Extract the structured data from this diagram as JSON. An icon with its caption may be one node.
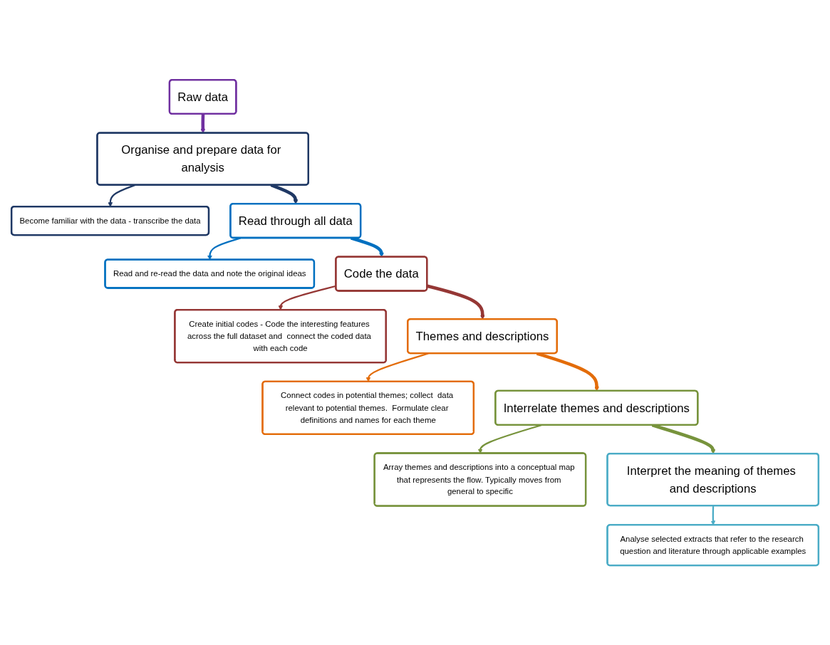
{
  "diagram": {
    "nodes": [
      {
        "text": [
          "Raw data"
        ]
      },
      {
        "text": [
          "Organise and prepare data for analysis"
        ]
      },
      {
        "text": [
          "Become familiar with the data - transcribe the data"
        ]
      },
      {
        "text": [
          "Read through all data"
        ]
      },
      {
        "text": [
          "Read and re-read the data and note the original ideas"
        ]
      },
      {
        "text": [
          "Code the data"
        ]
      },
      {
        "text": [
          "Create initial codes - Code the interesting features across the full dataset and  connect the coded data with each code"
        ]
      },
      {
        "text": [
          "Themes and descriptions"
        ]
      },
      {
        "text": [
          "Connect codes in potential themes; collect  data relevant to potential themes.  Formulate clear definitions and names for each theme"
        ]
      },
      {
        "text": [
          "Interrelate themes and descriptions"
        ]
      },
      {
        "text": [
          "Array themes and descriptions into a conceptual map that represents the flow. Typically moves from general to specific"
        ]
      },
      {
        "text": [
          "Interpret the meaning of themes and descriptions"
        ]
      },
      {
        "text": [
          "Analyse selected extracts that refer to the research question and literature through applicable examples"
        ]
      }
    ],
    "edges": [
      {
        "from": 0,
        "to": 1,
        "arrow": "to",
        "style": "thick",
        "color": "#7030a0"
      },
      {
        "from": 1,
        "to": 2,
        "arrow": "to",
        "color": "#1f3864"
      },
      {
        "from": 1,
        "to": 3,
        "arrow": "to",
        "style": "thick",
        "color": "#1f3864"
      },
      {
        "from": 3,
        "to": 4,
        "arrow": "to",
        "color": "#0070c0"
      },
      {
        "from": 3,
        "to": 5,
        "arrow": "to",
        "style": "thick",
        "color": "#0070c0"
      },
      {
        "from": 5,
        "to": 6,
        "arrow": "to",
        "color": "#953735"
      },
      {
        "from": 5,
        "to": 7,
        "arrow": "to",
        "style": "thick",
        "color": "#953735"
      },
      {
        "from": 7,
        "to": 8,
        "arrow": "to",
        "color": "#e36c09"
      },
      {
        "from": 7,
        "to": 9,
        "arrow": "to",
        "style": "thick",
        "color": "#e36c09"
      },
      {
        "from": 9,
        "to": 10,
        "arrow": "to",
        "color": "#77933c"
      },
      {
        "from": 9,
        "to": 11,
        "arrow": "to",
        "style": "thick",
        "color": "#77933c"
      },
      {
        "from": 11,
        "to": 12,
        "arrow": "to",
        "color": "#4bacc6"
      }
    ]
  }
}
